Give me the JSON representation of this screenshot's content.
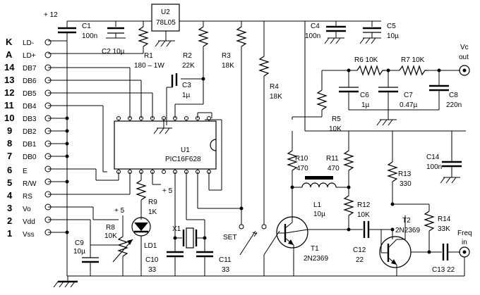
{
  "supply": {
    "label": "+ 12",
    "plus5_a": "+ 5",
    "plus5_b": "+ 5"
  },
  "connector_pins": [
    {
      "num": "K",
      "name": "LD-"
    },
    {
      "num": "A",
      "name": "LD+"
    },
    {
      "num": "14",
      "name": "DB7"
    },
    {
      "num": "13",
      "name": "DB6"
    },
    {
      "num": "12",
      "name": "DB5"
    },
    {
      "num": "11",
      "name": "DB4"
    },
    {
      "num": "10",
      "name": "DB3"
    },
    {
      "num": "9",
      "name": "DB2"
    },
    {
      "num": "8",
      "name": "DB1"
    },
    {
      "num": "7",
      "name": "DB0"
    },
    {
      "num": "6",
      "name": "E"
    },
    {
      "num": "5",
      "name": "R/W"
    },
    {
      "num": "4",
      "name": "RS"
    },
    {
      "num": "3",
      "name": "Vo"
    },
    {
      "num": "2",
      "name": "Vdd"
    },
    {
      "num": "1",
      "name": "Vss"
    }
  ],
  "components": {
    "U2": {
      "ref": "U2",
      "value": "78L05"
    },
    "U1": {
      "ref": "U1",
      "value": "PIC16F628"
    },
    "C1": {
      "ref": "C1",
      "value": "100n"
    },
    "C2": {
      "label": "C2 10µ"
    },
    "C3": {
      "ref": "C3",
      "value": "1µ"
    },
    "C4": {
      "ref": "C4",
      "value": "100n"
    },
    "C5": {
      "ref": "C5",
      "value": "10µ"
    },
    "C6": {
      "ref": "C6",
      "value": "1µ"
    },
    "C7": {
      "ref": "C7",
      "value": "0.47µ"
    },
    "C8": {
      "ref": "C8",
      "value": "220n"
    },
    "C9": {
      "ref": "C9",
      "value": "10µ"
    },
    "C10": {
      "ref": "C10",
      "value": "33"
    },
    "C11": {
      "ref": "C11",
      "value": "33"
    },
    "C12": {
      "ref": "C12",
      "value": "22"
    },
    "C13": {
      "label": "C13 22"
    },
    "C14": {
      "ref": "C14",
      "value": "100n"
    },
    "R1": {
      "ref": "R1",
      "value": "180 – 1W"
    },
    "R2": {
      "ref": "R2",
      "value": "22K"
    },
    "R3": {
      "ref": "R3",
      "value": "18K"
    },
    "R4": {
      "ref": "R4",
      "value": "18K"
    },
    "R5": {
      "ref": "R5",
      "value": "10K"
    },
    "R6": {
      "label": "R6 10K"
    },
    "R7": {
      "label": "R7 10K"
    },
    "R8": {
      "ref": "R8",
      "value": "10K"
    },
    "R9": {
      "ref": "R9",
      "value": "1K"
    },
    "R10": {
      "ref": "R10",
      "value": "470"
    },
    "R11": {
      "ref": "R11",
      "value": "470"
    },
    "R12": {
      "ref": "R12",
      "value": "10K"
    },
    "R13": {
      "ref": "R13",
      "value": "330"
    },
    "R14": {
      "ref": "R14",
      "value": "33K"
    },
    "L1": {
      "ref": "L1",
      "value": "10µ"
    },
    "T1": {
      "ref": "T1",
      "value": "2N2369"
    },
    "T2": {
      "ref": "T2",
      "value": "2N2369"
    },
    "X1": {
      "ref": "X1"
    },
    "LD1": {
      "ref": "LD1"
    },
    "SET": {
      "ref": "SET"
    }
  },
  "outputs": {
    "vc": {
      "line1": "Vc",
      "line2": "out"
    },
    "freq": {
      "line1": "Freq",
      "line2": "in"
    }
  }
}
